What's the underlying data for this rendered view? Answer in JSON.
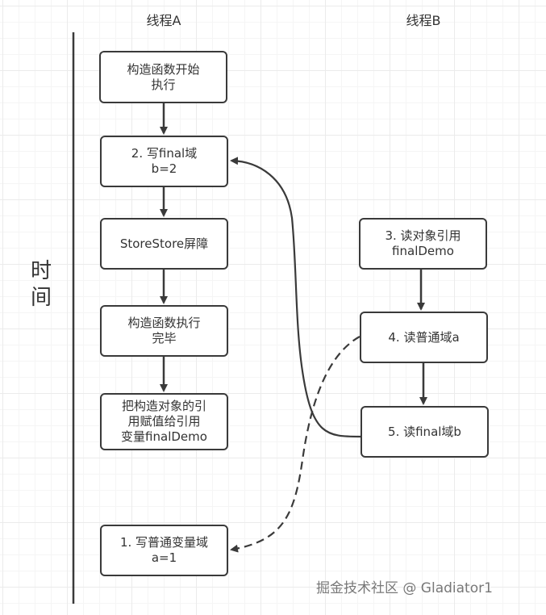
{
  "lanes": {
    "thread_a": "线程A",
    "thread_b": "线程B"
  },
  "time_axis": {
    "label": "时\n间"
  },
  "thread_a_nodes": [
    {
      "id": "a-start",
      "label": "构造函数开始\n执行"
    },
    {
      "id": "a-write-final",
      "label": "2. 写final域\nb=2"
    },
    {
      "id": "a-barrier",
      "label": "StoreStore屏障"
    },
    {
      "id": "a-ctor-done",
      "label": "构造函数执行\n完毕"
    },
    {
      "id": "a-assign-ref",
      "label": "把构造对象的引\n用赋值给引用\n变量finalDemo"
    },
    {
      "id": "a-write-normal",
      "label": "1. 写普通变量域\na=1"
    }
  ],
  "thread_b_nodes": [
    {
      "id": "b-read-ref",
      "label": "3. 读对象引用\nfinalDemo"
    },
    {
      "id": "b-read-normal",
      "label": "4. 读普通域a"
    },
    {
      "id": "b-read-final",
      "label": "5. 读final域b"
    }
  ],
  "edges": [
    {
      "from": "a-start",
      "to": "a-write-final",
      "style": "solid"
    },
    {
      "from": "a-write-final",
      "to": "a-barrier",
      "style": "solid"
    },
    {
      "from": "a-barrier",
      "to": "a-ctor-done",
      "style": "solid"
    },
    {
      "from": "a-ctor-done",
      "to": "a-assign-ref",
      "style": "solid"
    },
    {
      "from": "b-read-ref",
      "to": "b-read-normal",
      "style": "solid"
    },
    {
      "from": "b-read-normal",
      "to": "b-read-final",
      "style": "solid"
    },
    {
      "from": "b-read-final",
      "to": "a-write-final",
      "style": "solid-curve"
    },
    {
      "from": "b-read-normal",
      "to": "a-write-normal",
      "style": "dashed-curve"
    }
  ],
  "watermark": "掘金技术社区 @ Gladiator1",
  "colors": {
    "stroke": "#3a3a3a",
    "grid": "#ebebeb",
    "text": "#333333"
  }
}
